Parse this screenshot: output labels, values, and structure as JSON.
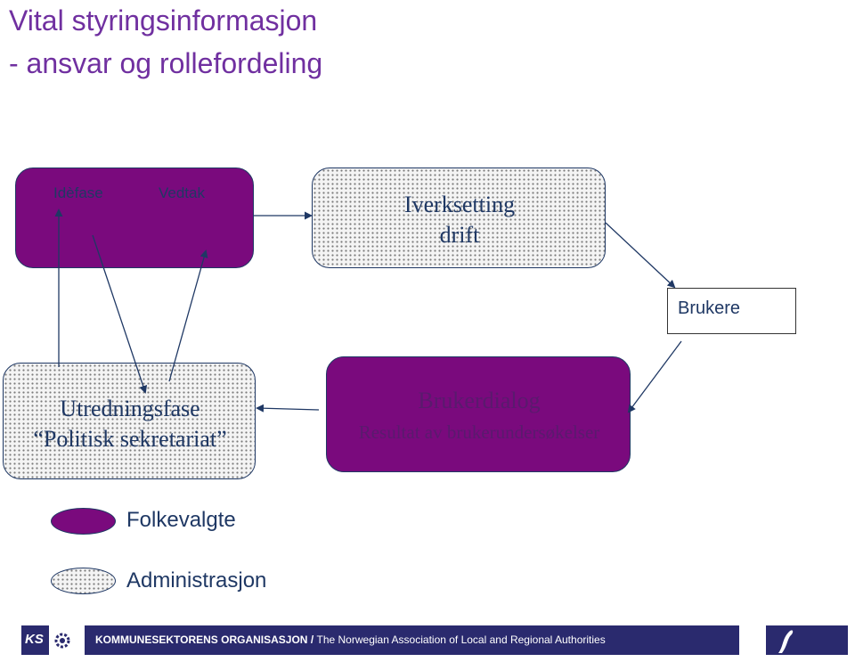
{
  "title": {
    "line1": "Vital styringsinformasjon",
    "line2": "- ansvar og rollefordeling"
  },
  "boxes": {
    "idea": {
      "label_left": "Idèfase",
      "label_right": "Vedtak"
    },
    "implementation": {
      "line1": "Iverksetting",
      "line2": "drift"
    },
    "users": {
      "label": "Brukere"
    },
    "investigation": {
      "line1": "Utredningsfase",
      "line2": "“Politisk sekretariat”"
    },
    "dialog": {
      "line1": "Brukerdialog",
      "line2": "Resultat av brukerundersøkelser"
    }
  },
  "legend": [
    {
      "label": "Folkevalgte",
      "style": "purple"
    },
    {
      "label": "Administrasjon",
      "style": "dotted"
    }
  ],
  "footer": {
    "logo_text": "KS",
    "org_name": "KOMMUNESEKTORENS ORGANISASJON",
    "separator": " / ",
    "english_name": "The Norwegian Association of Local and Regional Authorities"
  },
  "colors": {
    "title": "#7030a0",
    "purple_fill": "#7a0a7d",
    "outline": "#1f3864",
    "footer_bg": "#2a2a6e"
  }
}
